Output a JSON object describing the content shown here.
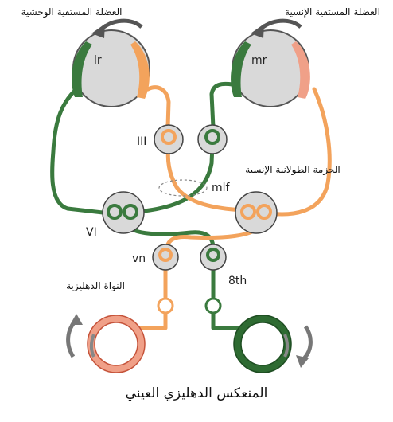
{
  "labels": {
    "lateral_rectus": "العضلة المستقية الوحشية",
    "medial_rectus": "العضلة المستقية الإنسية",
    "mlf_arabic": "الحزمة الطولانية الإنسية",
    "vestibular_nucleus": "النواة الدهليزية",
    "lr": "lr",
    "mr": "mr",
    "iii": "III",
    "mlf": "mlf",
    "vi": "VI",
    "vn": "vn",
    "eighth": "8th"
  },
  "caption": "المنعكس الدهليزي العيني",
  "colors": {
    "green": "#3a7a3e",
    "orange": "#f3a35c",
    "eye_gray": "#d9d9d9",
    "salmon": "#f0a088"
  }
}
